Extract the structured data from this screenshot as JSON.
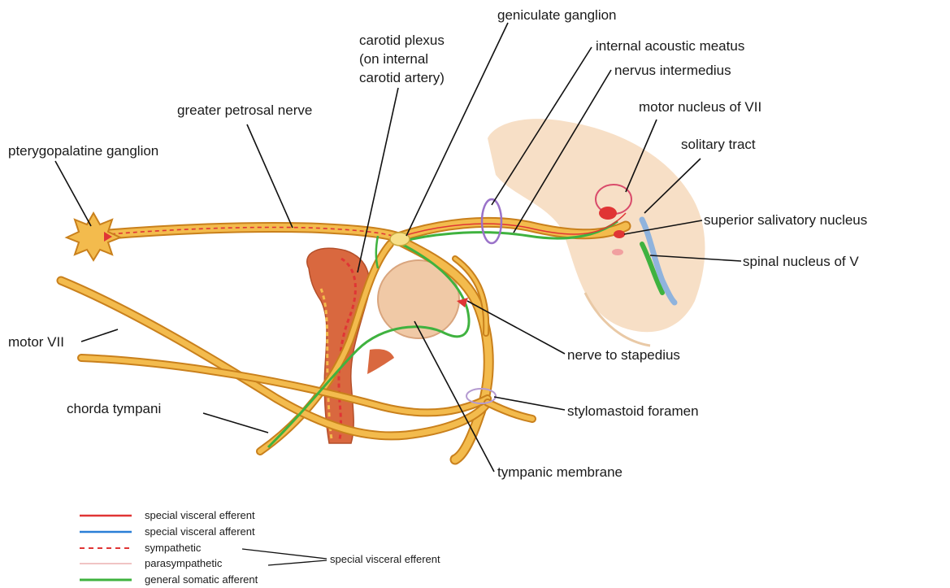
{
  "labels": {
    "geniculate_ganglion": "geniculate ganglion",
    "internal_acoustic_meatus": "internal acoustic meatus",
    "carotid_plexus_1": "carotid plexus",
    "carotid_plexus_2": "(on internal",
    "carotid_plexus_3": "carotid artery)",
    "nervus_intermedius": "nervus intermedius",
    "motor_nucleus_vii": "motor nucleus of VII",
    "greater_petrosal_nerve": "greater petrosal nerve",
    "solitary_tract": "solitary tract",
    "pterygopalatine_ganglion": "pterygopalatine ganglion",
    "superior_salivatory_nucleus": "superior salivatory nucleus",
    "spinal_nucleus_v": "spinal nucleus of V",
    "motor_vii": "motor VII",
    "nerve_to_stapedius": "nerve to stapedius",
    "chorda_tympani": "chorda tympani",
    "stylomastoid_foramen": "stylomastoid foramen",
    "tympanic_membrane": "tympanic membrane"
  },
  "legend": {
    "items": [
      {
        "label": "special visceral efferent",
        "color": "#e03535",
        "style": "solid"
      },
      {
        "label": "special visceral afferent",
        "color": "#2a7fd6",
        "style": "solid"
      },
      {
        "label": "sympathetic",
        "color": "#e03535",
        "style": "dashed"
      },
      {
        "label": "parasympathetic",
        "color": "#e8a0a0",
        "style": "thin"
      },
      {
        "label": "general somatic afferent",
        "color": "#3fb23f",
        "style": "solid"
      }
    ],
    "bracket_label": "special visceral efferent"
  },
  "colors": {
    "nerve_fill": "#f3bb4d",
    "nerve_outline": "#c9801c",
    "brainstem": "#f6dcc0",
    "artery": "#d9683f",
    "tympanic_membrane": "#f0c9a6",
    "red_fiber": "#e03535",
    "blue_fiber": "#2a7fd6",
    "green_fiber": "#3fb23f",
    "purple_ring": "#9a72c9"
  }
}
